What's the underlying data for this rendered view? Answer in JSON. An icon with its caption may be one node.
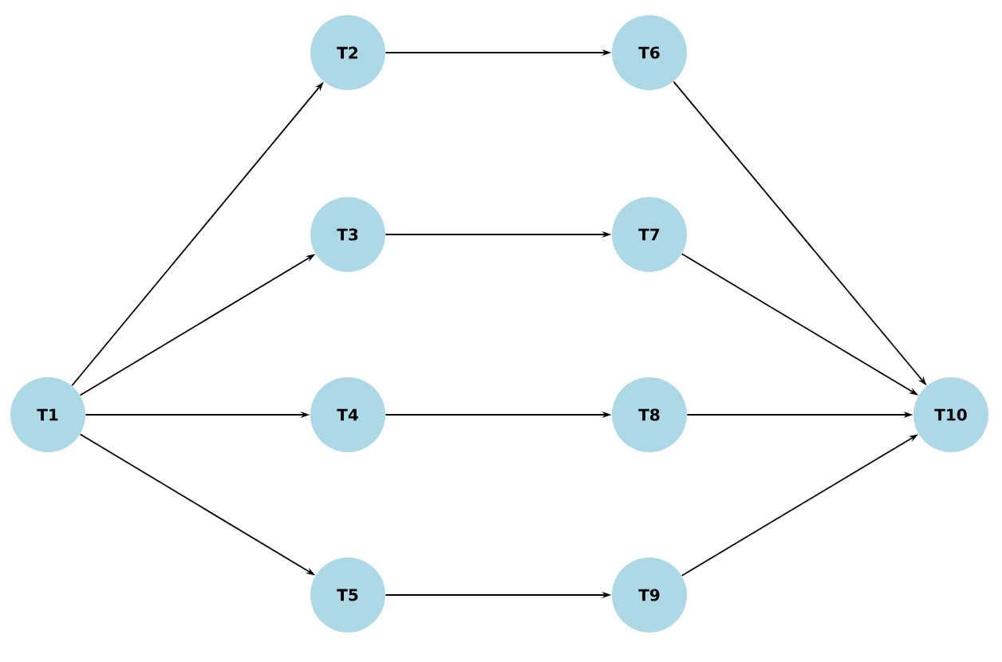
{
  "diagram": {
    "nodes": [
      {
        "text": [
          "T1"
        ]
      },
      {
        "text": [
          "T2"
        ]
      },
      {
        "text": [
          "T3"
        ]
      },
      {
        "text": [
          "T4"
        ]
      },
      {
        "text": [
          "T5"
        ]
      },
      {
        "text": [
          "T6"
        ]
      },
      {
        "text": [
          "T7"
        ]
      },
      {
        "text": [
          "T8"
        ]
      },
      {
        "text": [
          "T9"
        ]
      },
      {
        "text": [
          "T10"
        ]
      }
    ],
    "edges": [
      {
        "from": 0,
        "to": 1,
        "arrow": "to"
      },
      {
        "from": 0,
        "to": 2,
        "arrow": "to"
      },
      {
        "from": 0,
        "to": 3,
        "arrow": "to"
      },
      {
        "from": 0,
        "to": 4,
        "arrow": "to"
      },
      {
        "from": 1,
        "to": 5,
        "arrow": "to"
      },
      {
        "from": 2,
        "to": 6,
        "arrow": "to"
      },
      {
        "from": 3,
        "to": 7,
        "arrow": "to"
      },
      {
        "from": 4,
        "to": 8,
        "arrow": "to"
      },
      {
        "from": 5,
        "to": 9,
        "arrow": "to"
      },
      {
        "from": 6,
        "to": 9,
        "arrow": "to"
      },
      {
        "from": 7,
        "to": 9,
        "arrow": "to"
      },
      {
        "from": 8,
        "to": 9,
        "arrow": "to"
      }
    ]
  }
}
